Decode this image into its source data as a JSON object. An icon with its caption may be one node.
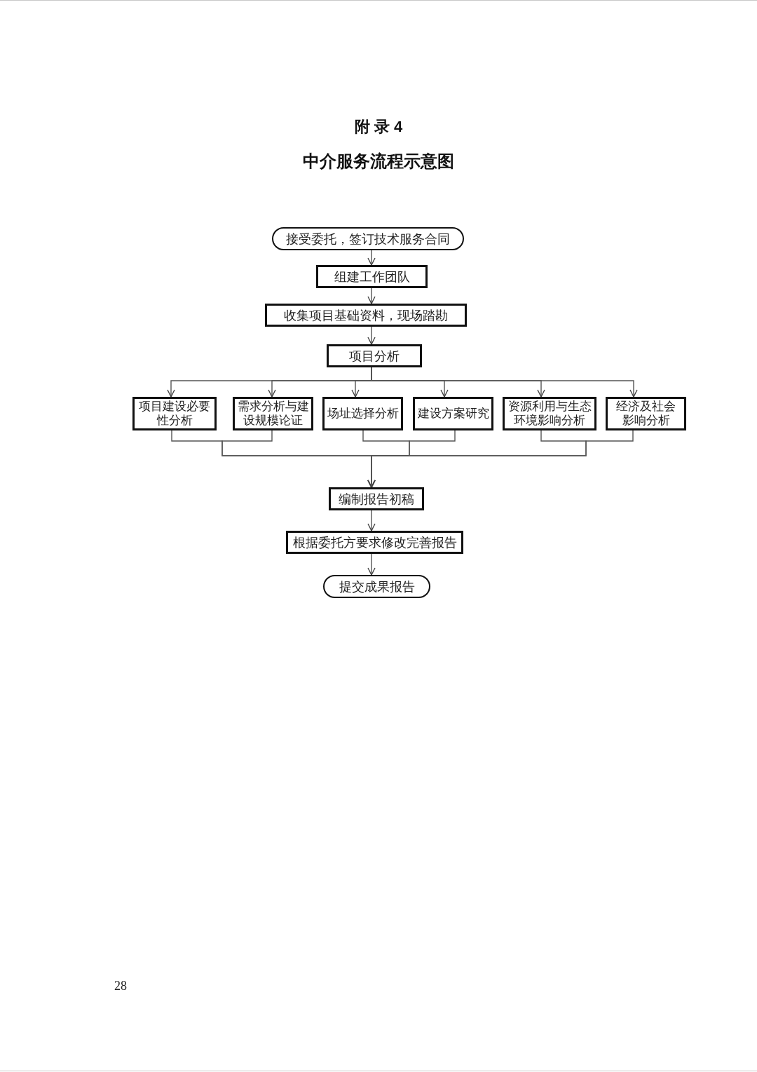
{
  "diagram": {
    "title": "中介服务流程示意图",
    "nodes": [
      {
        "text": [
          "接受委托，签订技术服务合同"
        ]
      },
      {
        "text": [
          "组建工作团队"
        ]
      },
      {
        "text": [
          "收集项目基础资料，现场踏勘"
        ]
      },
      {
        "text": [
          "项目分析"
        ]
      },
      {
        "text": [
          "项目建设必要性分析"
        ]
      },
      {
        "text": [
          "需求分析与建设规模论证"
        ]
      },
      {
        "text": [
          "场址选择分析"
        ]
      },
      {
        "text": [
          "建设方案研究"
        ]
      },
      {
        "text": [
          "资源利用与生态环境影响分析"
        ]
      },
      {
        "text": [
          "经济及社会影响分析"
        ]
      },
      {
        "text": [
          "编制报告初稿"
        ]
      },
      {
        "text": [
          "根据委托方要求修改完善报告"
        ]
      },
      {
        "text": [
          "提交成果报告"
        ]
      }
    ],
    "edges": [
      {
        "from": 0,
        "to": 1,
        "arrow": "to"
      },
      {
        "from": 1,
        "to": 2,
        "arrow": "to"
      },
      {
        "from": 2,
        "to": 3,
        "arrow": "to"
      },
      {
        "from": 3,
        "to": 4,
        "arrow": "to"
      },
      {
        "from": 3,
        "to": 5,
        "arrow": "to"
      },
      {
        "from": 3,
        "to": 6,
        "arrow": "to"
      },
      {
        "from": 3,
        "to": 7,
        "arrow": "to"
      },
      {
        "from": 3,
        "to": 8,
        "arrow": "to"
      },
      {
        "from": 3,
        "to": 9,
        "arrow": "to"
      },
      {
        "from": 4,
        "to": 10,
        "arrow": "to"
      },
      {
        "from": 5,
        "to": 10,
        "arrow": "to"
      },
      {
        "from": 6,
        "to": 10,
        "arrow": "to"
      },
      {
        "from": 7,
        "to": 10,
        "arrow": "to"
      },
      {
        "from": 8,
        "to": 10,
        "arrow": "to"
      },
      {
        "from": 9,
        "to": 10,
        "arrow": "to"
      },
      {
        "from": 10,
        "to": 11,
        "arrow": "to"
      },
      {
        "from": 11,
        "to": 12,
        "arrow": "to"
      }
    ],
    "labels": [
      "附 录 4",
      "28"
    ]
  }
}
